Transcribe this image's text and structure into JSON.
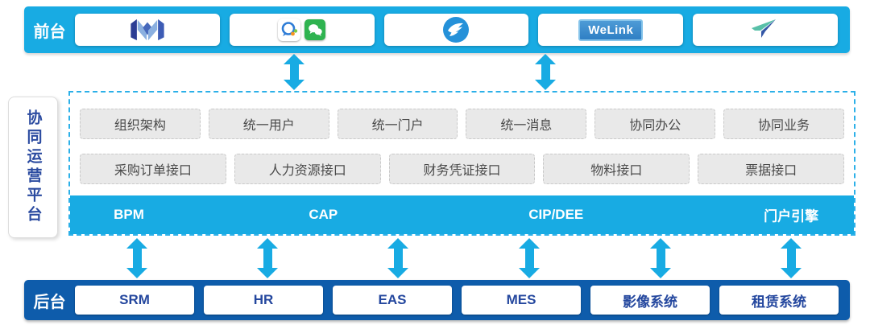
{
  "colors": {
    "accent": "#18abe3",
    "backend_navy": "#0e5cab",
    "chip_bg": "#e9e9e9",
    "chip_text": "#4a4a4a",
    "system_text": "#24479e",
    "side_label_text": "#2b4ba0",
    "wechat_green": "#2fb350",
    "dingtalk_blue": "#2591d9",
    "welink_blue": "#3f8fcd",
    "plane_teal": "#58c0a8",
    "plane_navy": "#3457a6"
  },
  "front_layer": {
    "label": "前台",
    "apps": [
      {
        "icon": "m-logo-icon"
      },
      {
        "icon": "wecom-bubble-icon + wechat-icon"
      },
      {
        "icon": "dingtalk-icon"
      },
      {
        "icon": "welink-logo",
        "text": "WeLink"
      },
      {
        "icon": "paper-plane-icon"
      }
    ]
  },
  "platform": {
    "side_label": "协同运营平台",
    "capability_chips": [
      "组织架构",
      "统一用户",
      "统一门户",
      "统一消息",
      "协同办公",
      "协同业务"
    ],
    "interface_chips": [
      "采购订单接口",
      "人力资源接口",
      "财务凭证接口",
      "物料接口",
      "票据接口"
    ],
    "engine_labels": [
      "BPM",
      "CAP",
      "CIP/DEE",
      "门户引擎"
    ]
  },
  "back_layer": {
    "label": "后台",
    "systems": [
      "SRM",
      "HR",
      "EAS",
      "MES",
      "影像系统",
      "租赁系统"
    ]
  }
}
